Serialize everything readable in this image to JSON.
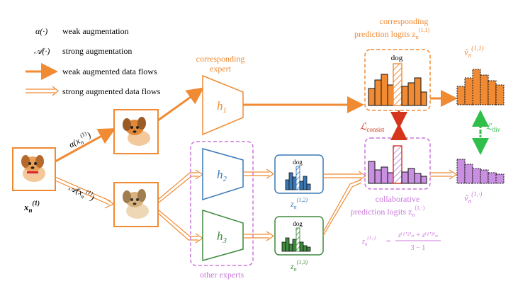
{
  "legend": {
    "alpha_symbol": "α(·)",
    "alpha_text": "weak augmentation",
    "A_symbol": "𝒜(·)",
    "A_text": "strong augmentation",
    "weak_flow_text": "weak augmented data flows",
    "strong_flow_text": "strong augmented data flows"
  },
  "input": {
    "label_x": "x",
    "label_sub": "n",
    "label_sup": "(1)",
    "alpha_aug": "α(x",
    "A_aug": "𝒜(x",
    "aug_sub": "n",
    "aug_sup": "(1)",
    "aug_close": ")"
  },
  "experts": {
    "corresponding_line1": "corresponding",
    "corresponding_line2": "expert",
    "other_label": "other experts",
    "h1": "h",
    "h1_sub": "1",
    "h2": "h",
    "h2_sub": "2",
    "h3": "h",
    "h3_sub": "3"
  },
  "logits": {
    "dog_label": "dog",
    "z12_label": "z",
    "z12_sub": "n",
    "z12_sup": "(1,2)",
    "z13_label": "z",
    "z13_sub": "n",
    "z13_sup": "(1,3)",
    "corr_line1": "corresponding",
    "corr_line2": "prediction logits z",
    "corr_sub": "n",
    "corr_sup": "(1,1)",
    "collab_line1": "collaborative",
    "collab_line2": "prediction logits z",
    "collab_sub": "n",
    "collab_sup": "(1,·)",
    "v11": "ṽ",
    "v11_sub": "n",
    "v11_sup": "(1,1)",
    "v1dot": "ṽ",
    "v1dot_sub": "n",
    "v1dot_sup": "(1,·)"
  },
  "losses": {
    "consist": "ℒ",
    "consist_sub": "consist",
    "div": "ℒ",
    "div_sub": "div"
  },
  "formula": {
    "lhs": "z",
    "lhs_sub": "n",
    "lhs_sup": "(1,·)",
    "eq": "=",
    "num": "z⁽¹ʼ²⁾ₙ + z⁽¹ʼ³⁾ₙ",
    "den": "3 − 1"
  },
  "colors": {
    "orange": "#f08a33",
    "purple": "#cc77dd",
    "purple_fill": "#c98fe0",
    "blue": "#3a78b7",
    "green": "#3f8a3f",
    "red": "#d4351c",
    "div_green": "#2fbf4a"
  }
}
